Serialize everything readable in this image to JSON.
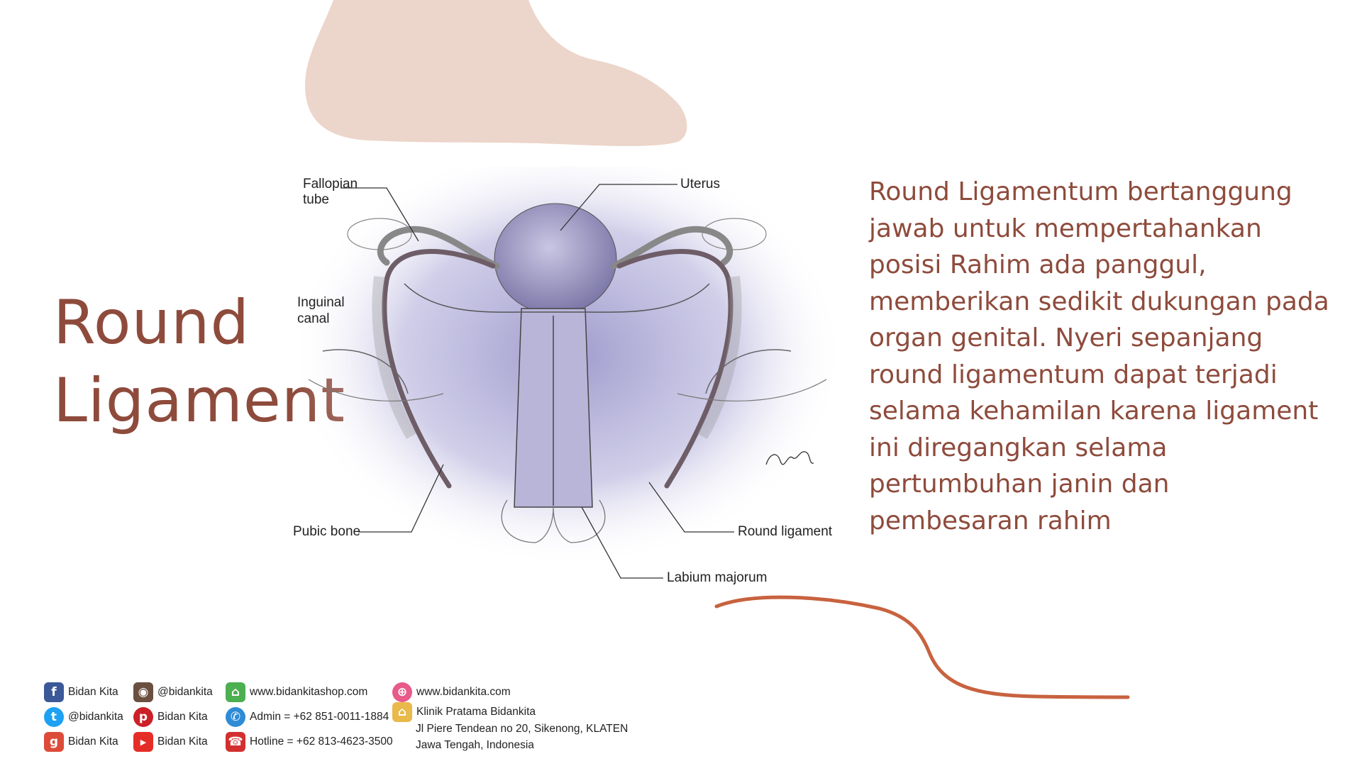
{
  "title": {
    "line1": "Round",
    "line2": "Ligament"
  },
  "description": "Round Ligamentum bertanggung jawab untuk mempertahankan posisi Rahim ada panggul, memberikan sedikit dukungan pada organ genital. Nyeri sepanjang round ligamentum dapat terjadi selama kehamilan karena ligament ini diregangkan selama pertumbuhan janin dan pembesaran rahim",
  "diagram": {
    "labels": {
      "fallopian_line1": "Fallopian",
      "fallopian_line2": "tube",
      "uterus": "Uterus",
      "inguinal_line1": "Inguinal",
      "inguinal_line2": "canal",
      "pubic_bone": "Pubic bone",
      "round_ligament": "Round ligament",
      "labium_majorum": "Labium majorum"
    }
  },
  "footer": {
    "facebook": "Bidan Kita",
    "instagram": "@bidankita",
    "shop": "www.bidankitashop.com",
    "website": "www.bidankita.com",
    "twitter": "@bidankita",
    "pinterest": "Bidan Kita",
    "admin": "Admin = +62 851-0011-1884",
    "clinic": "Klinik Pratama Bidankita",
    "address_line1": "Jl Piere Tendean no 20, Sikenong, KLATEN",
    "address_line2": "Jawa Tengah, Indonesia",
    "googleplus": "Bidan Kita",
    "youtube": "Bidan Kita",
    "hotline": "Hotline = +62 813-4623-3500"
  },
  "colors": {
    "accent_text": "#8e4b3c",
    "blob": "#ecd5ca",
    "squiggle": "#c8623f"
  }
}
